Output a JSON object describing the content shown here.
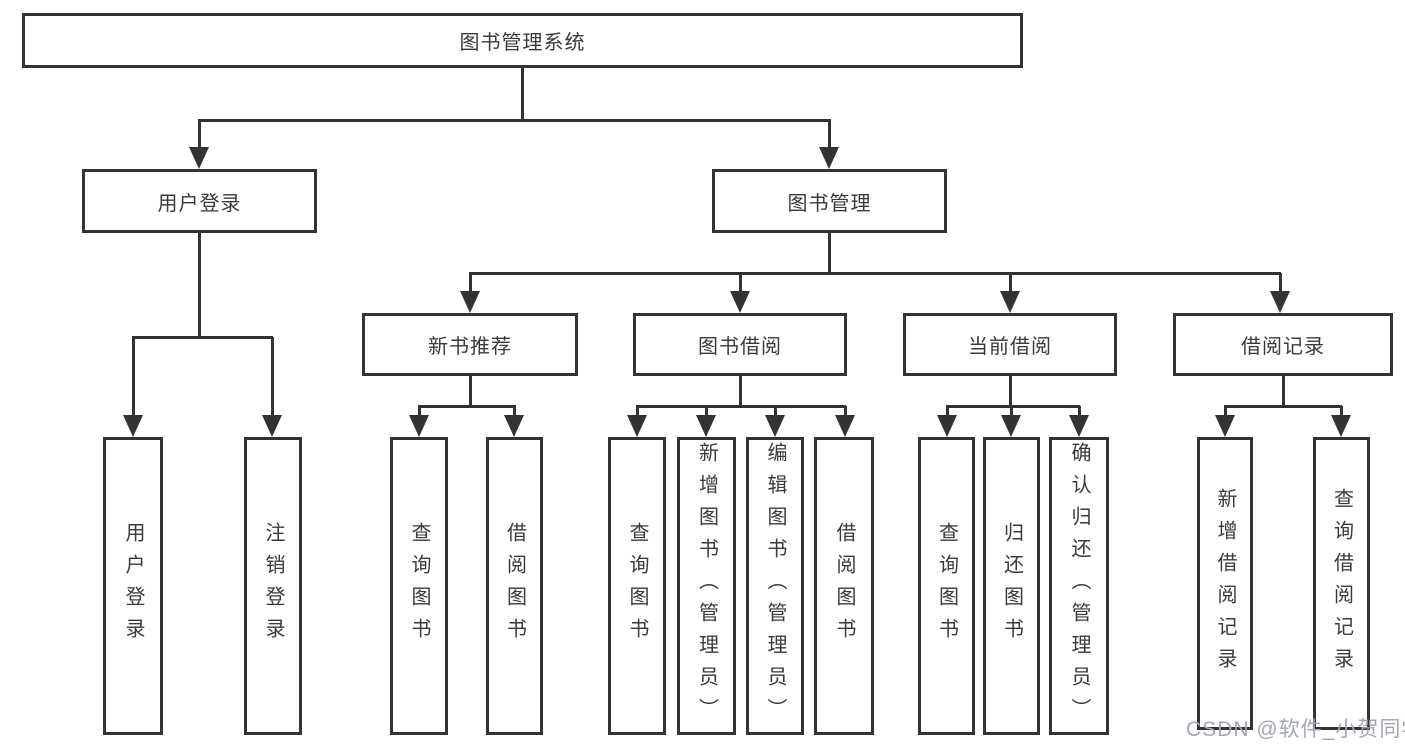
{
  "diagram": {
    "root_label": "图书管理系统",
    "level2": [
      {
        "label": "用户登录"
      },
      {
        "label": "图书管理"
      }
    ],
    "level3": [
      {
        "label": "新书推荐",
        "parent": "图书管理"
      },
      {
        "label": "图书借阅",
        "parent": "图书管理"
      },
      {
        "label": "当前借阅",
        "parent": "图书管理"
      },
      {
        "label": "借阅记录",
        "parent": "图书管理"
      }
    ],
    "leaves": [
      {
        "label": "用户登录",
        "parent": "用户登录"
      },
      {
        "label": "注销登录",
        "parent": "用户登录"
      },
      {
        "label": "查询图书",
        "parent": "新书推荐"
      },
      {
        "label": "借阅图书",
        "parent": "新书推荐"
      },
      {
        "label": "查询图书",
        "parent": "图书借阅"
      },
      {
        "label": "新增图书（管理员）",
        "parent": "图书借阅"
      },
      {
        "label": "编辑图书（管理员）",
        "parent": "图书借阅"
      },
      {
        "label": "借阅图书",
        "parent": "图书借阅"
      },
      {
        "label": "查询图书",
        "parent": "当前借阅"
      },
      {
        "label": "归还图书",
        "parent": "当前借阅"
      },
      {
        "label": "确认归还（管理员）",
        "parent": "当前借阅"
      },
      {
        "label": "新增借阅记录",
        "parent": "借阅记录"
      },
      {
        "label": "查询借阅记录",
        "parent": "借阅记录"
      }
    ]
  },
  "watermark": {
    "text": "CSDN @软件_小贺同学"
  },
  "colors": {
    "line": "#333333",
    "text": "#3a3a3a",
    "background": "#ffffff",
    "watermark": "#a3a6b4"
  }
}
